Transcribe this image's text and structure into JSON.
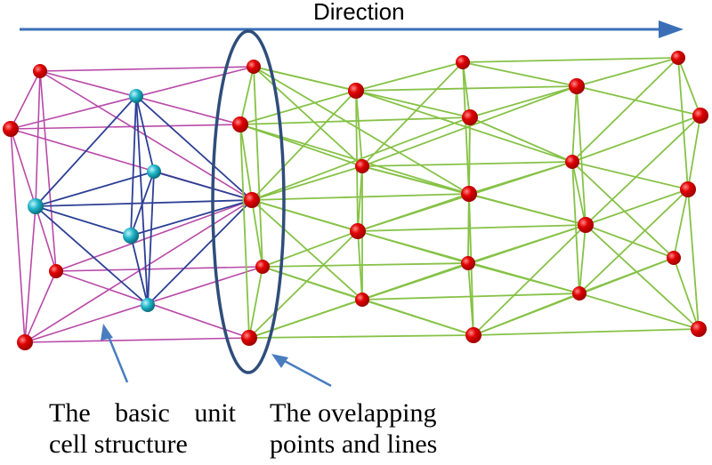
{
  "diagram": {
    "direction_label": "Direction",
    "basic_unit_label": {
      "words": [
        "The",
        "basic",
        "unit"
      ],
      "line2": "cell structure"
    },
    "overlap_label": {
      "line1": "The ovelapping",
      "line2": "points and lines"
    }
  },
  "colors": {
    "arrow": "#3a6fb8",
    "magenta_lines": "#b84aa8",
    "blue_lines": "#2c3f95",
    "green_lines": "#86c246",
    "red_node": "#dd0000",
    "cyan_node": "#1fb5c8",
    "ellipse": "#2f4d7a",
    "pointer_arrow": "#4a7dbf"
  }
}
